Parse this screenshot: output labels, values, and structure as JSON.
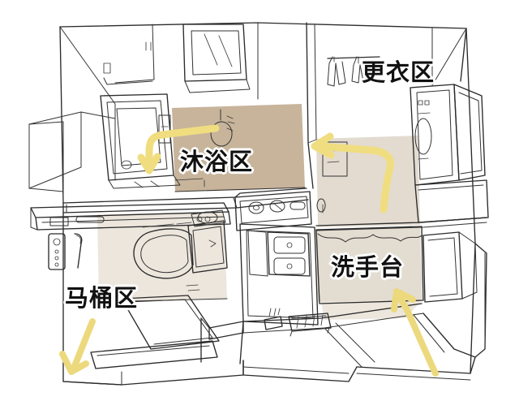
{
  "illustration": {
    "title": "Japanese Unit Bathroom Floor Plan Sketch",
    "style": "hand-drawn line sketch, axonometric view"
  },
  "zones": [
    {
      "id": "shower",
      "label": "沐浴区",
      "meaning": "Bathing / Shower Area",
      "floor_color": "#c7b49b",
      "fixtures": [
        "bathtub",
        "shower-head",
        "shower-mixer",
        "window"
      ]
    },
    {
      "id": "changing",
      "label": "更衣区",
      "meaning": "Changing / Dressing Area",
      "floor_color": "#e3dbd0",
      "fixtures": [
        "clothes-hanger",
        "washing-machine",
        "shelf",
        "storage-cabinet"
      ]
    },
    {
      "id": "washbasin",
      "label": "洗手台",
      "meaning": "Washbasin / Vanity Counter",
      "floor_color": "#e3dcd1",
      "fixtures": [
        "double-sink",
        "bath-stool",
        "mirror-cabinet"
      ]
    },
    {
      "id": "toilet",
      "label": "马桶区",
      "meaning": "Toilet Area",
      "floor_color": "#ece6dd",
      "fixtures": [
        "toilet",
        "wall-control-panel",
        "grab-bar",
        "overhead-cabinet"
      ]
    }
  ],
  "arrows": [
    {
      "id": "shower-arrow",
      "points_to": "沐浴区",
      "direction": "right-then-down",
      "color": "#f0dd80"
    },
    {
      "id": "changing-arrow",
      "points_to": "更衣区",
      "direction": "up-then-left",
      "color": "#f0dd80"
    },
    {
      "id": "washbasin-arrow",
      "points_to": "洗手台",
      "direction": "up-left",
      "color": "#ecd97d"
    },
    {
      "id": "toilet-arrow",
      "points_to": "马桶区",
      "direction": "down-left",
      "color": "#ecd97d"
    }
  ],
  "colors": {
    "ink": "#2b2b2b",
    "paper": "#ffffff",
    "arrow_yellow": "#f0dd80",
    "shower_floor": "#c7b49b",
    "changing_floor": "#e3dbd0",
    "washbasin_floor": "#e3dcd1",
    "toilet_floor": "#ece6dd"
  }
}
